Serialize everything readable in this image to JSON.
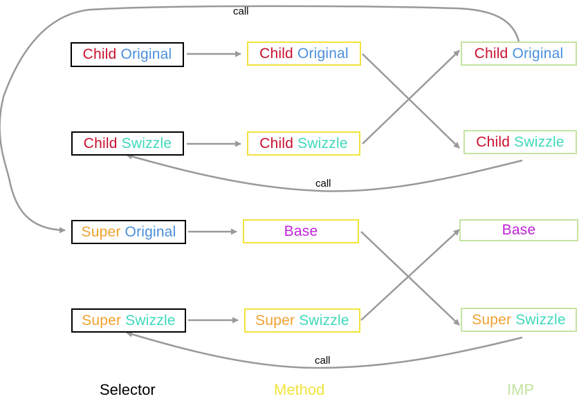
{
  "colors": {
    "child": "#c8102e",
    "super": "#f0a030",
    "original": "#4a8fdc",
    "swizzle": "#3fd8bc",
    "base": "#c020d8",
    "selector_label": "#000000",
    "method_label": "#f2e33c",
    "imp_label": "#c4e3a0",
    "arrow": "#999999"
  },
  "selector": {
    "child_original": {
      "w1": "Child",
      "w2": "Original"
    },
    "child_swizzle": {
      "w1": "Child",
      "w2": "Swizzle"
    },
    "super_original": {
      "w1": "Super",
      "w2": "Original"
    },
    "super_swizzle": {
      "w1": "Super",
      "w2": "Swizzle"
    }
  },
  "method": {
    "child_original": {
      "w1": "Child",
      "w2": "Original"
    },
    "child_swizzle": {
      "w1": "Child",
      "w2": "Swizzle"
    },
    "base": {
      "w1": "Base"
    },
    "super_swizzle": {
      "w1": "Super",
      "w2": "Swizzle"
    }
  },
  "imp": {
    "child_original": {
      "w1": "Child",
      "w2": "Original"
    },
    "child_swizzle": {
      "w1": "Child",
      "w2": "Swizzle"
    },
    "base": {
      "w1": "Base"
    },
    "super_swizzle": {
      "w1": "Super",
      "w2": "Swizzle"
    }
  },
  "call_labels": {
    "top": "call",
    "middle": "call",
    "bottom": "call"
  },
  "columns": {
    "selector": "Selector",
    "method": "Method",
    "imp": "IMP"
  }
}
